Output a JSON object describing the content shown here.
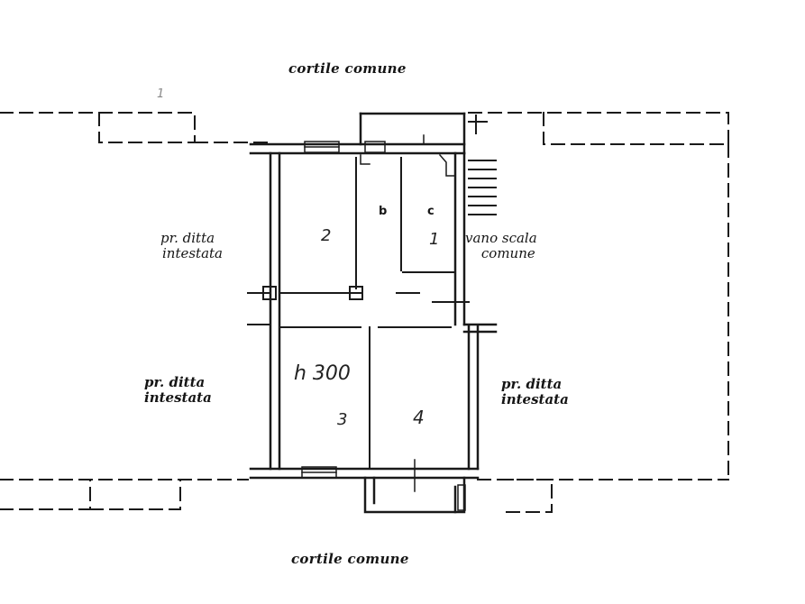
{
  "labels": {
    "courtyard_top": "cortile comune",
    "courtyard_bottom": "cortile comune",
    "left_upper": {
      "line1": "pr. ditta",
      "line2": "intestata"
    },
    "left_lower": {
      "line1": "pr. ditta",
      "line2": "intestata"
    },
    "right_lower": {
      "line1": "pr. ditta",
      "line2": "intestata"
    },
    "stair": {
      "line1": "vano scala",
      "line2": "comune"
    },
    "ceiling_height": "h 300",
    "mark_top_left": "1"
  },
  "rooms": {
    "room_2": "2",
    "room_b": "b",
    "room_c": "c",
    "room_1": "1",
    "room_3": "3",
    "room_4": "4"
  },
  "colors": {
    "ink": "#1a1a1a",
    "paper": "#ffffff"
  }
}
